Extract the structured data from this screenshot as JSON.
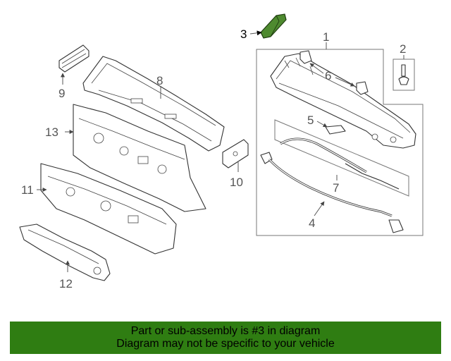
{
  "callouts": {
    "c1": "1",
    "c2": "2",
    "c3": "3",
    "c4": "4",
    "c5": "5",
    "c6": "6",
    "c7": "7",
    "c8": "8",
    "c9": "9",
    "c10": "10",
    "c11": "11",
    "c12": "12",
    "c13": "13"
  },
  "highlighted_part": "3",
  "colors": {
    "highlight": "#2f7d12",
    "part_fill": "#4e8a2f"
  },
  "banner": {
    "line1": "Part or sub-assembly is #3 in diagram",
    "line2": "Diagram may not be specific to your vehicle"
  }
}
